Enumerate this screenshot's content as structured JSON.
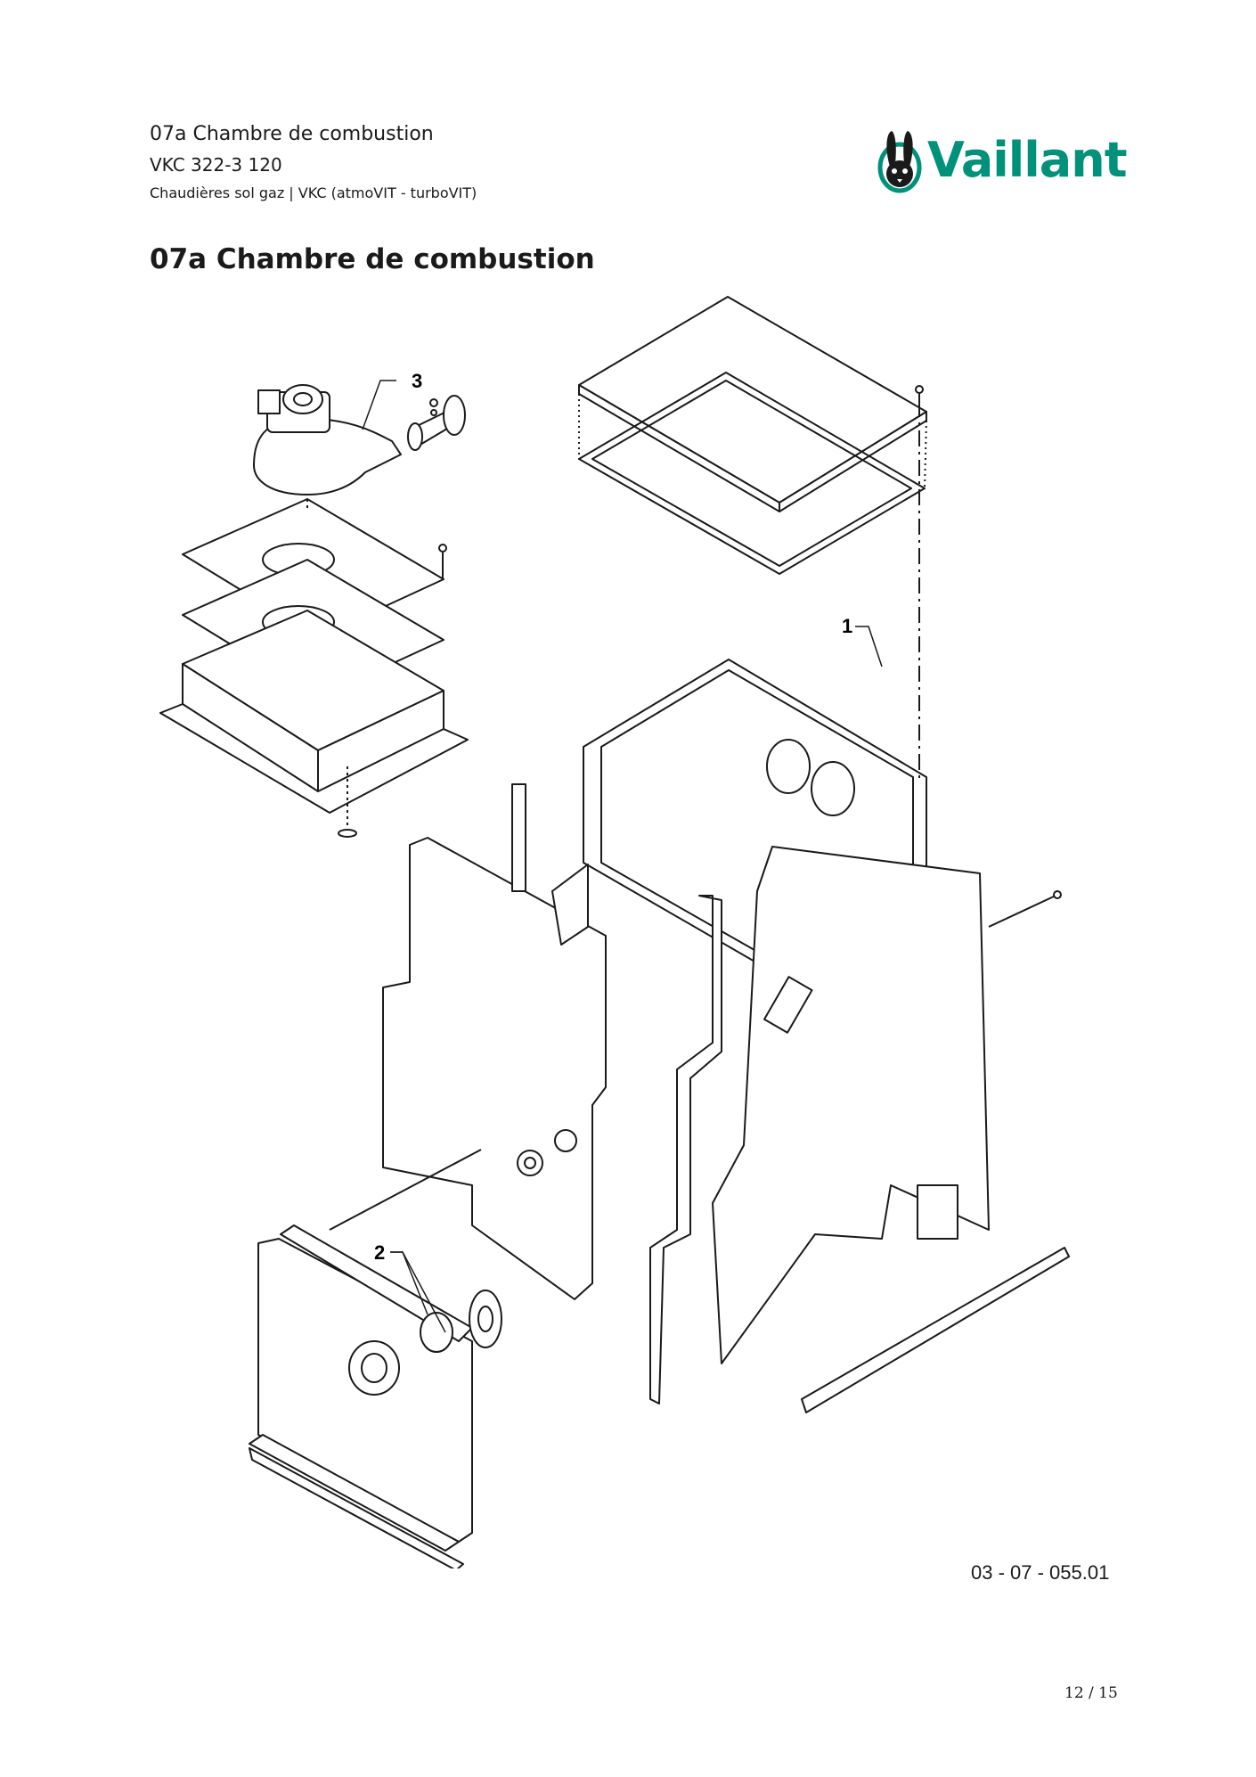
{
  "header": {
    "section": "07a Chambre de combustion",
    "model": "VKC 322-3 120",
    "category": "Chaudières sol gaz | VKC (atmoVIT - turboVIT)"
  },
  "logo": {
    "brand": "Vaillant",
    "color": "#00917a",
    "icon": "hare-icon"
  },
  "title": "07a Chambre de combustion",
  "diagram": {
    "callouts": [
      "1",
      "2",
      "3"
    ]
  },
  "drawing_number": "03 - 07 - 055.01",
  "page_number": "12 / 15"
}
